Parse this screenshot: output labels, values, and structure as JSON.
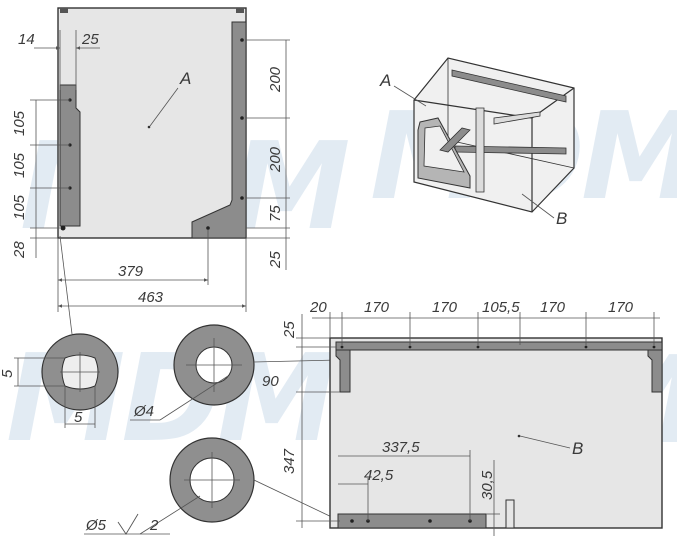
{
  "watermark": "MDM",
  "labels": {
    "panel_a": "A",
    "panel_b": "B",
    "iso_a": "A",
    "iso_b": "B"
  },
  "side_view": {
    "top_14": "14",
    "top_25": "25",
    "left_105_a": "105",
    "left_105_b": "105",
    "left_105_c": "105",
    "left_28": "28",
    "right_200_a": "200",
    "right_200_b": "200",
    "right_75": "75",
    "right_25": "25",
    "bottom_379": "379",
    "bottom_463": "463"
  },
  "bottom_view": {
    "top_20": "20",
    "top_170_a": "170",
    "top_170_b": "170",
    "top_105_5": "105,5",
    "top_170_c": "170",
    "top_170_d": "170",
    "left_25": "25",
    "left_90": "90",
    "left_347": "347",
    "inner_337_5": "337,5",
    "inner_42_5": "42,5",
    "inner_30_5": "30,5"
  },
  "details": {
    "square_5_v": "5",
    "square_5_h": "5",
    "hole_d4": "Ø4",
    "countersink": "Ø5",
    "countersink_depth": "2"
  }
}
